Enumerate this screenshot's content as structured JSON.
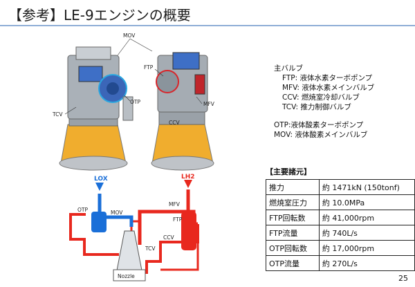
{
  "title": "【参考】LE-9エンジンの概要",
  "engine_labels": {
    "mov": "MOV",
    "otp": "OTP",
    "tcv": "TCV",
    "ftp": "FTP",
    "ccv": "CCV",
    "mfv": "MFV"
  },
  "valves": {
    "heading": "主バルブ",
    "items": [
      "FTP: 液体水素ターボポンプ",
      "MFV: 液体水素メインバルブ",
      "CCV: 燃焼室冷却バルブ",
      "TCV: 推力制御バルブ"
    ],
    "items2": [
      "OTP:液体酸素ターボポンプ",
      "MOV: 液体酸素メインバルブ"
    ]
  },
  "specs": {
    "heading": "【主要諸元】",
    "rows": [
      {
        "k": "推力",
        "v": "約 1471kN (150tonf)"
      },
      {
        "k": "燃焼室圧力",
        "v": "約 10.0MPa"
      },
      {
        "k": "FTP回転数",
        "v": "約 41,000rpm"
      },
      {
        "k": "FTP流量",
        "v": "約 740L/s"
      },
      {
        "k": "OTP回転数",
        "v": "約 17,000rpm"
      },
      {
        "k": "OTP流量",
        "v": "約 270L/s"
      }
    ]
  },
  "schematic": {
    "lox": "LOX",
    "lh2": "LH2",
    "otp": "OTP",
    "mov": "MOV",
    "mfv": "MFV",
    "ftp": "FTP",
    "ccv": "CCV",
    "tcv": "TCV",
    "nozzle": "Nozzle"
  },
  "colors": {
    "lh2_line": "#e8281e",
    "lox_line": "#1a6fd8",
    "nozzle_fill": "#f5b233",
    "rule": "#8faed6"
  },
  "page_number": "25"
}
